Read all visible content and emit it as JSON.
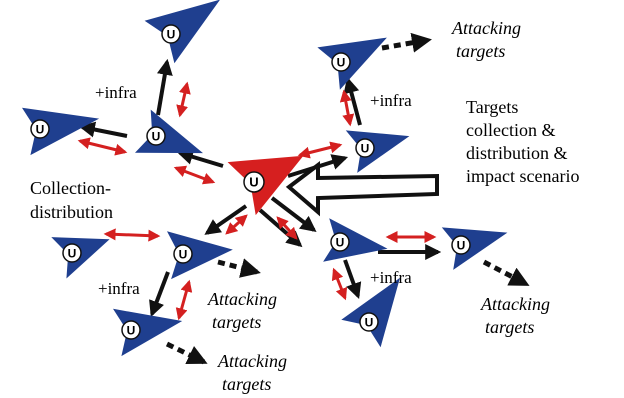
{
  "unit_letter": "U",
  "colors": {
    "node_blue": "#1f3f8f",
    "node_red": "#d61f1f",
    "node_inner_fill": "#ffffff",
    "link_red": "#d42020",
    "arrow_black": "#111111"
  },
  "labels": {
    "infra_top": "+infra",
    "infra_right": "+infra",
    "infra_left": "+infra",
    "infra_bottom_right": "+infra",
    "collection_line1": "Collection-",
    "collection_line2": "distribution",
    "targets_line1": "Targets",
    "targets_line2": "collection &",
    "targets_line3": "distribution &",
    "targets_line4": "impact scenario",
    "attack_top_line1": "Attacking",
    "attack_top_line2": "targets",
    "attack_mid_line1": "Attacking",
    "attack_mid_line2": "targets",
    "attack_right_line1": "Attacking",
    "attack_right_line2": "targets",
    "attack_bottom_line1": "Attacking",
    "attack_bottom_line2": "targets"
  }
}
